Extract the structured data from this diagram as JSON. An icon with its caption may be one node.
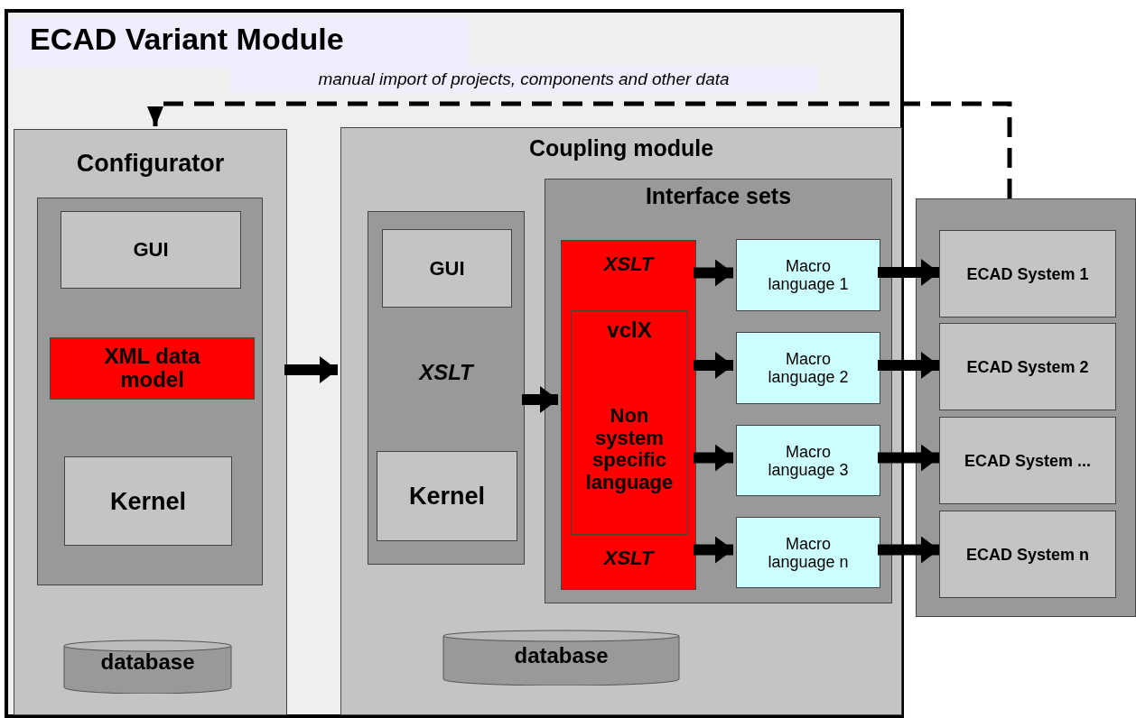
{
  "diagram": {
    "nodes": [
      {
        "text": [
          "ECAD Variant Module"
        ]
      },
      {
        "text": [
          "Configurator"
        ],
        "in": 0
      },
      {
        "text": [],
        "shape": "box",
        "in": 1
      },
      {
        "text": [
          "GUI"
        ],
        "in": 2
      },
      {
        "text": [
          "XML data model"
        ],
        "in": 2
      },
      {
        "text": [
          "Kernel"
        ],
        "in": 2
      },
      {
        "text": [
          "database"
        ],
        "in": 1
      },
      {
        "text": [
          "Coupling module"
        ],
        "in": 0
      },
      {
        "text": [
          "XSLT"
        ],
        "in": 7
      },
      {
        "text": [
          "GUI"
        ],
        "in": 8
      },
      {
        "text": [
          "Kernel"
        ],
        "in": 8
      },
      {
        "text": [
          "database"
        ],
        "in": 7
      },
      {
        "text": [
          "Interface sets"
        ],
        "in": 7
      },
      {
        "text": [
          "XSLT",
          "XSLT"
        ],
        "in": 12
      },
      {
        "text": [
          "vclX",
          "Non system specific language"
        ],
        "in": 13
      },
      {
        "text": [
          "Macro language 1"
        ],
        "in": 12
      },
      {
        "text": [
          "Macro language 2"
        ],
        "in": 12
      },
      {
        "text": [
          "Macro language 3"
        ],
        "in": 12
      },
      {
        "text": [
          "Macro language n"
        ],
        "in": 12
      },
      {
        "text": [],
        "shape": "box"
      },
      {
        "text": [
          "ECAD System 1"
        ],
        "in": 19
      },
      {
        "text": [
          "ECAD System 2"
        ],
        "in": 19
      },
      {
        "text": [
          "ECAD System ..."
        ],
        "in": 19
      },
      {
        "text": [
          "ECAD System n"
        ],
        "in": 19
      }
    ],
    "edges": [
      {
        "from": 1,
        "to": 7,
        "arrow": "to"
      },
      {
        "from": 8,
        "to": 13,
        "arrow": "to"
      },
      {
        "from": 13,
        "to": 15,
        "arrow": "to"
      },
      {
        "from": 13,
        "to": 16,
        "arrow": "to"
      },
      {
        "from": 13,
        "to": 17,
        "arrow": "to"
      },
      {
        "from": 13,
        "to": 18,
        "arrow": "to"
      },
      {
        "from": 15,
        "to": 20,
        "arrow": "to"
      },
      {
        "from": 16,
        "to": 21,
        "arrow": "to"
      },
      {
        "from": 17,
        "to": 22,
        "arrow": "to"
      },
      {
        "from": 18,
        "to": 23,
        "arrow": "to"
      },
      {
        "from": 19,
        "to": 1,
        "arrow": "to",
        "style": "dashed",
        "label": "manual import of projects, components and other data"
      }
    ]
  }
}
